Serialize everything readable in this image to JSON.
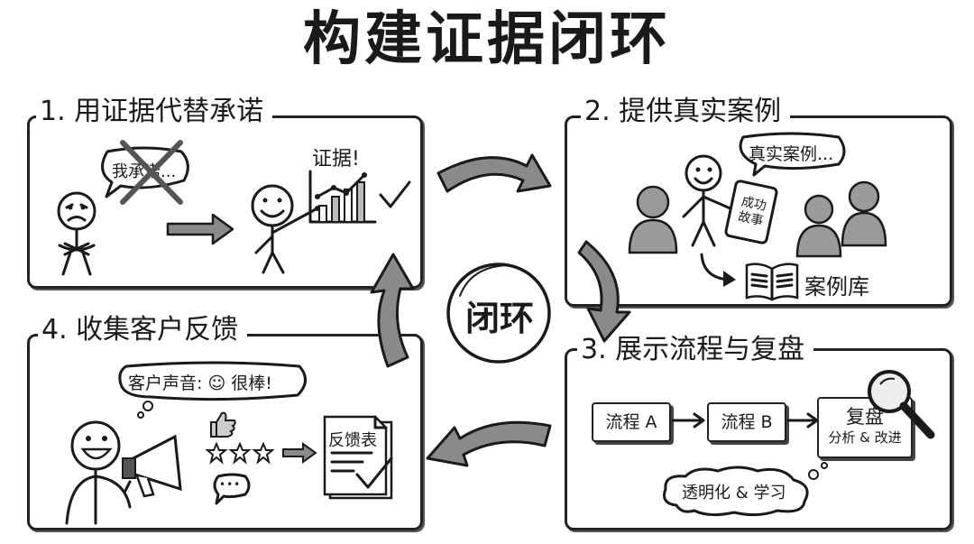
{
  "title": "构建证据闭环",
  "center_label": "闭环",
  "panels": {
    "p1": {
      "heading": "1. 用证据代替承诺",
      "bubble_text": "我承诺...",
      "evidence_label": "证据!"
    },
    "p2": {
      "heading": "2. 提供真实案例",
      "bubble_text": "真实案例...",
      "tablet_text": "成功\n故事",
      "library_label": "案例库"
    },
    "p3": {
      "heading": "3. 展示流程与复盘",
      "flow_a": "流程 A",
      "flow_b": "流程 B",
      "review_title": "复盘",
      "review_sub": "分析 & 改进",
      "cloud_text": "透明化 & 学习"
    },
    "p4": {
      "heading": "4. 收集客户反馈",
      "bubble_text": "客户声音: ☺ 很棒!",
      "form_label": "反馈表",
      "chat_dots": "•••"
    }
  },
  "colors": {
    "ink": "#1a1a1a",
    "arrow_fill": "#8a8a8a",
    "person_fill": "#9a9a9a"
  }
}
